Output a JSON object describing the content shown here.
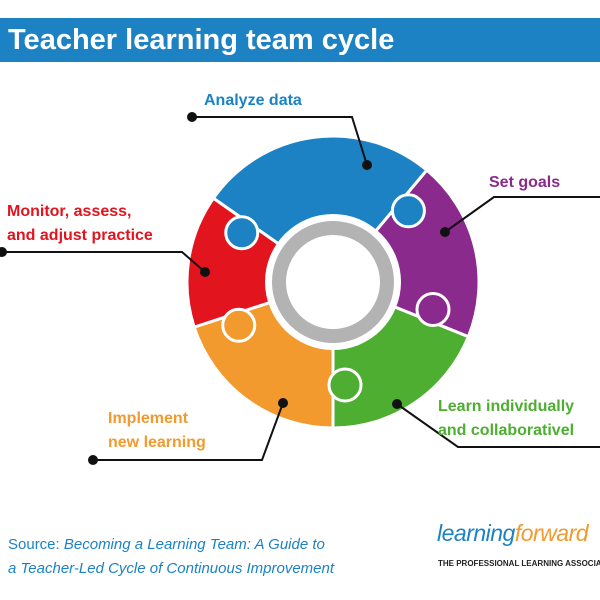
{
  "title": "Teacher learning team cycle",
  "steps": {
    "analyze": "Analyze data",
    "goals": "Set goals",
    "learn": [
      "Learn individually",
      "and collaborativel"
    ],
    "implement": [
      "Implement",
      "new learning"
    ],
    "monitor": [
      "Monitor, assess,",
      "and adjust practice"
    ]
  },
  "source": {
    "prefix": "Source: ",
    "line1": "Becoming a Learning Team: A Guide to",
    "line2": "a Teacher-Led Cycle of Continuous Improvement"
  },
  "logo": {
    "word_part1": "learning",
    "word_part2": "forward",
    "tagline": "THE PROFESSIONAL LEARNING ASSOCIATI"
  },
  "colors": {
    "analyze": "#1c82c4",
    "goals": "#8a2a8c",
    "learn": "#4eae32",
    "implement": "#f29a2e",
    "monitor": "#e2151f",
    "ring": "#b3b3b3"
  }
}
